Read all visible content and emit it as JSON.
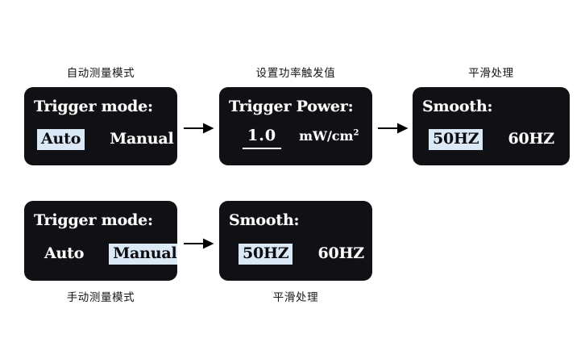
{
  "page": {
    "background_color": "#ffffff",
    "panel_color": "#111115",
    "panel_text_color": "#fdfdfd",
    "highlight_color": "#dbe9f6",
    "highlight_text_color": "#0c0c10",
    "caption_color": "#161616"
  },
  "flows": [
    {
      "id": "auto-flow",
      "caption_position": "above",
      "steps": [
        {
          "id": "trigger-mode-auto",
          "caption": "自动测量模式",
          "title": "Trigger mode:",
          "options": [
            {
              "label": "Auto",
              "selected": true
            },
            {
              "label": "Manual",
              "selected": false
            }
          ]
        },
        {
          "id": "trigger-power",
          "caption": "设置功率触发值",
          "title": "Trigger Power:",
          "value": "1.0",
          "unit_base": "mW/cm",
          "unit_exponent": "2"
        },
        {
          "id": "smooth-auto",
          "caption": "平滑处理",
          "title": "Smooth:",
          "options": [
            {
              "label": "50HZ",
              "selected": true
            },
            {
              "label": "60HZ",
              "selected": false
            }
          ]
        }
      ]
    },
    {
      "id": "manual-flow",
      "caption_position": "below",
      "steps": [
        {
          "id": "trigger-mode-manual",
          "caption": "手动测量模式",
          "title": "Trigger mode:",
          "options": [
            {
              "label": "Auto",
              "selected": false
            },
            {
              "label": "Manual",
              "selected": true
            }
          ]
        },
        {
          "id": "smooth-manual",
          "caption": "平滑处理",
          "title": "Smooth:",
          "options": [
            {
              "label": "50HZ",
              "selected": true
            },
            {
              "label": "60HZ",
              "selected": false
            }
          ]
        }
      ]
    }
  ],
  "arrows": [
    {
      "id": "arrow-auto-1",
      "from": "trigger-mode-auto",
      "to": "trigger-power"
    },
    {
      "id": "arrow-auto-2",
      "from": "trigger-power",
      "to": "smooth-auto"
    },
    {
      "id": "arrow-manual-1",
      "from": "trigger-mode-manual",
      "to": "smooth-manual"
    }
  ]
}
